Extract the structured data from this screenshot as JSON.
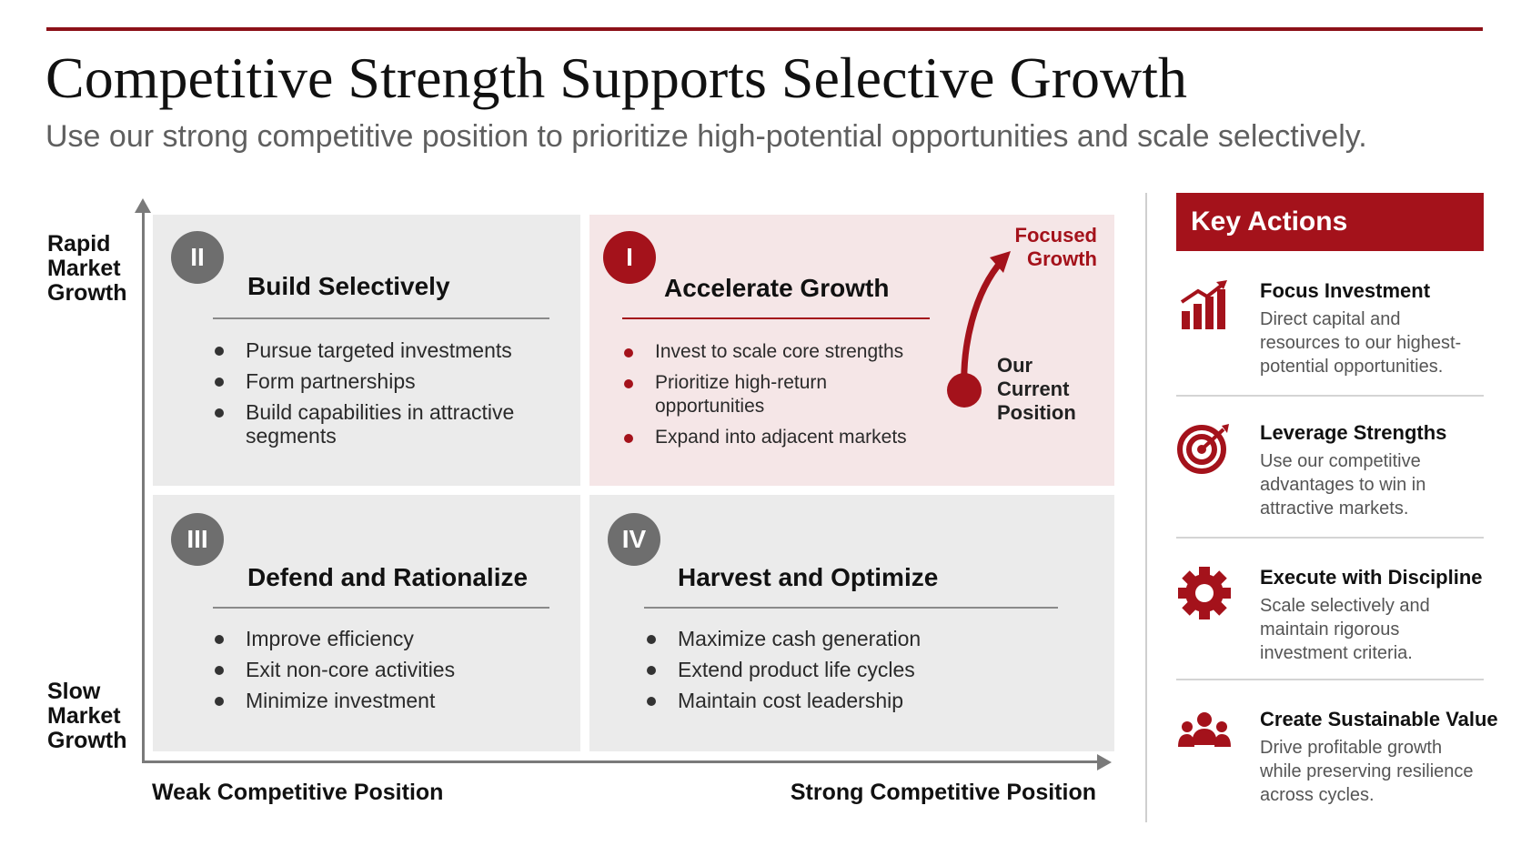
{
  "header": {
    "title": "Competitive Strength Supports Selective Growth",
    "subtitle": "Use our strong competitive position to prioritize high-potential opportunities and scale selectively."
  },
  "axes": {
    "y_top": "Rapid Market Growth",
    "y_bottom": "Slow Market Growth",
    "x_left": "Weak Competitive Position",
    "x_right": "Strong Competitive Position"
  },
  "quadrants": {
    "q1": {
      "numeral": "I",
      "title": "Accelerate Growth",
      "bullets": [
        "Invest to scale core strengths",
        "Prioritize high-return opportunities",
        "Expand into adjacent markets"
      ]
    },
    "q2": {
      "numeral": "II",
      "title": "Build Selectively",
      "bullets": [
        "Pursue targeted investments",
        "Form partnerships",
        "Build capabilities in attractive segments"
      ]
    },
    "q3": {
      "numeral": "III",
      "title": "Defend and Rationalize",
      "bullets": [
        "Improve efficiency",
        "Exit non-core activities",
        "Minimize investment"
      ]
    },
    "q4": {
      "numeral": "IV",
      "title": "Harvest and Optimize",
      "bullets": [
        "Maximize cash generation",
        "Extend product life cycles",
        "Maintain cost leadership"
      ]
    }
  },
  "annotations": {
    "focused_growth": "Focused Growth",
    "current_position": "Our Current Position"
  },
  "key_actions": {
    "title": "Key Actions",
    "items": [
      {
        "icon": "bar-chart-icon",
        "title": "Focus Investment",
        "desc": "Direct capital and resources to our highest-potential opportunities."
      },
      {
        "icon": "target-icon",
        "title": "Leverage Strengths",
        "desc": "Use our competitive advantages to win in attractive markets."
      },
      {
        "icon": "gear-icon",
        "title": "Execute with Discipline",
        "desc": "Scale selectively and maintain rigorous investment criteria."
      },
      {
        "icon": "team-icon",
        "title": "Create Sustainable Value",
        "desc": "Drive profitable growth while preserving resilience across cycles."
      }
    ]
  },
  "colors": {
    "accent": "#a4121b",
    "highlight_quadrant": "#f5e6e7",
    "neutral_quadrant": "#ebebeb",
    "badge_gray": "#6e6e6e"
  }
}
